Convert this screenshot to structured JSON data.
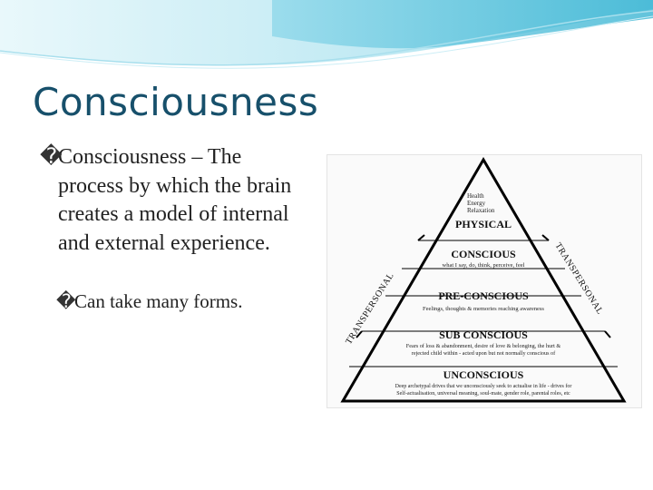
{
  "slide": {
    "title": "Consciousness",
    "bullets": [
      {
        "glyph": "�",
        "text": "Consciousness – The process by which the brain creates a model of internal and external experience."
      },
      {
        "glyph": "�",
        "text": "Can take many forms."
      }
    ]
  },
  "diagram": {
    "levels": [
      {
        "name": "PHYSICAL",
        "detail_lines": [
          "Health",
          "Energy",
          "Relaxation"
        ]
      },
      {
        "name": "CONSCIOUS",
        "detail_lines": [
          "what I say, do, think, perceive, feel"
        ]
      },
      {
        "name": "PRE-CONSCIOUS",
        "detail_lines": [
          "Feelings, thoughts & memories reaching awareness"
        ]
      },
      {
        "name": "SUB CONSCIOUS",
        "detail_lines": [
          "Fears of loss & abandonment, desire of love & belonging, the hurt &",
          "rejected child within - acted upon but not normally conscious of"
        ]
      },
      {
        "name": "UNCONSCIOUS",
        "detail_lines": [
          "Deep archetypal drives that we unconsciously seek to actualise in life - drives for",
          "Self-actualisation, universal meaning, soul-mate, gender role, parental roles, etc"
        ]
      }
    ],
    "side_labels": {
      "left": "TRANSPERSONAL",
      "right": "TRANSPERSONAL"
    }
  },
  "colors": {
    "title": "#17506b",
    "banner_light": "#d6f1f8",
    "banner_mid": "#8fd8ea",
    "banner_dark": "#3bb5d3",
    "text": "#222222",
    "line": "#000000"
  }
}
